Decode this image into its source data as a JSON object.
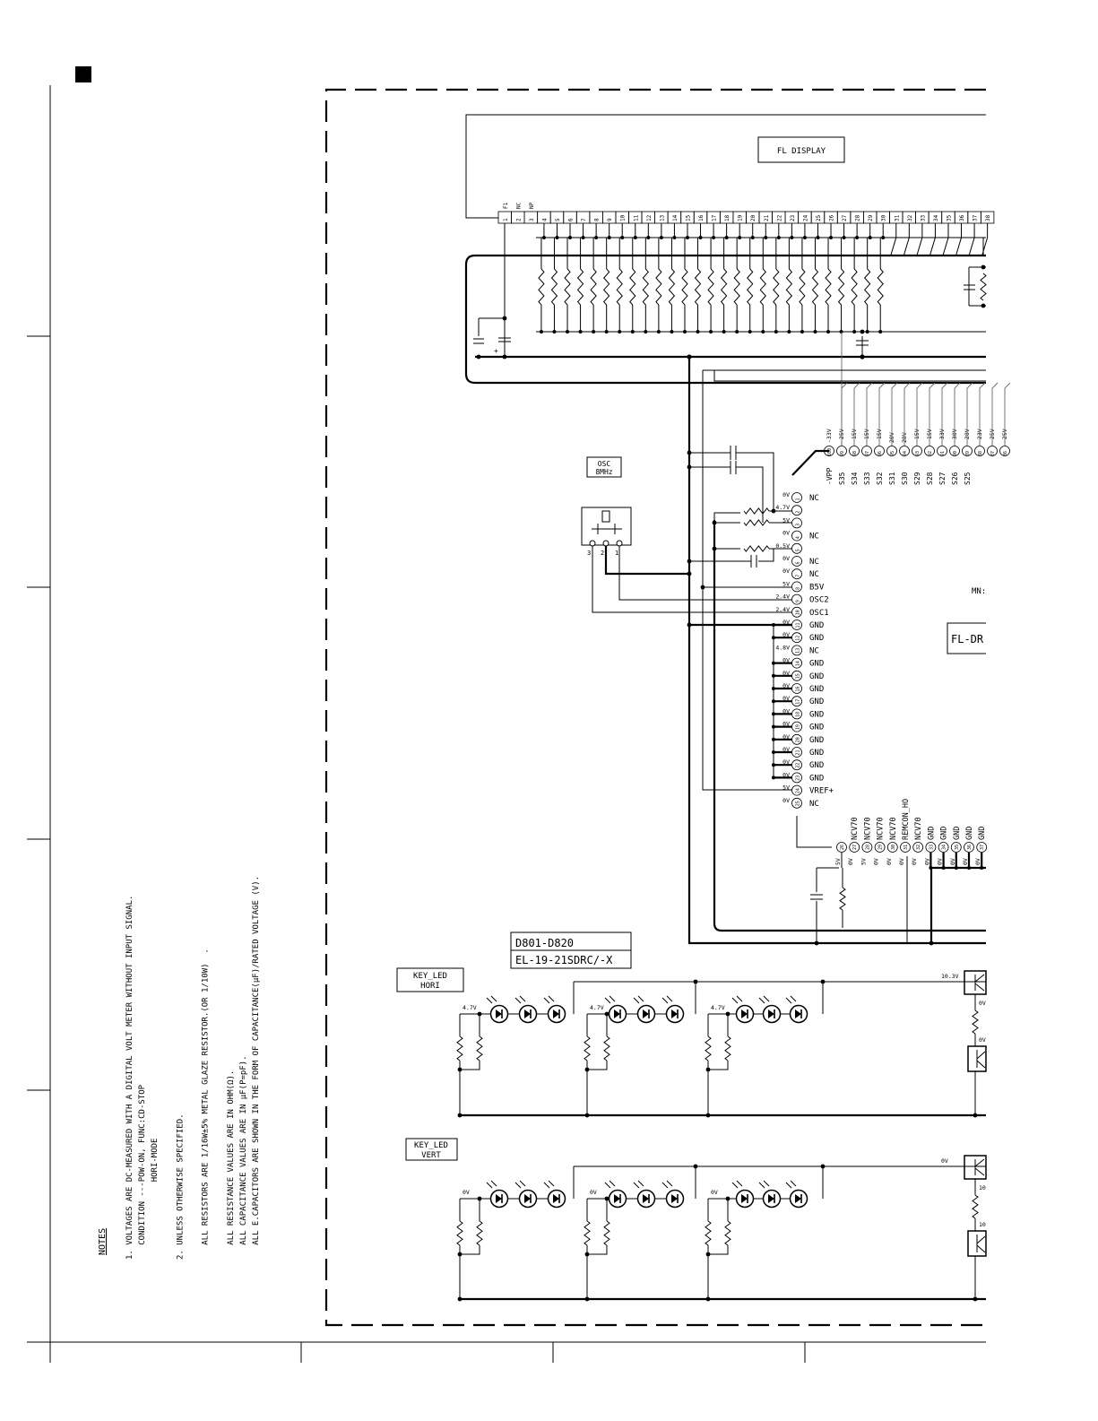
{
  "page": {
    "bg": "#ffffff",
    "ink": "#000000"
  },
  "boxes": {
    "fl_display": "FL DISPLAY",
    "osc": [
      "OSC",
      "8MHz"
    ],
    "diode_part": [
      "D801-D820",
      "EL-19-21SDRC/-X"
    ],
    "key_led_hori": [
      "KEY_LED",
      "HORI"
    ],
    "key_led_vert": [
      "KEY_LED",
      "VERT"
    ],
    "ic_label": "FL-DR",
    "ic_model": "MN:"
  },
  "fl_header": {
    "top_labels": [
      "F1",
      "NC",
      "NP"
    ],
    "pins": [
      "1",
      "2",
      "3",
      "4",
      "5",
      "6",
      "7",
      "8",
      "9",
      "10",
      "11",
      "12",
      "13",
      "14",
      "15",
      "16",
      "17",
      "18",
      "19",
      "20",
      "21",
      "22",
      "23",
      "24",
      "25",
      "26",
      "27",
      "28",
      "29",
      "30",
      "31",
      "32",
      "33",
      "34",
      "35",
      "36",
      "37",
      "38"
    ]
  },
  "ic_top": {
    "volts": [
      "-33V",
      "-25V",
      "-15V",
      "-15V",
      "-15V",
      "20V",
      "28V",
      "-15V",
      "-15V",
      "-33V",
      "-30V",
      "-28V",
      "-23V",
      "-25V",
      "-25V"
    ],
    "pins": [
      "100",
      "99",
      "98",
      "97",
      "96",
      "95",
      "94",
      "93",
      "92",
      "91",
      "90",
      "89",
      "88",
      "87",
      "86"
    ],
    "names": [
      "-VPP",
      "S35",
      "S34",
      "S33",
      "S32",
      "S31",
      "S30",
      "S29",
      "S28",
      "S27",
      "S26",
      "S25"
    ]
  },
  "ic_left": [
    {
      "v": "0V",
      "pin": "1",
      "name": "NC"
    },
    {
      "v": "4.7V",
      "pin": "2",
      "name": ""
    },
    {
      "v": "5V",
      "pin": "3",
      "name": ""
    },
    {
      "v": "0V",
      "pin": "4",
      "name": "NC"
    },
    {
      "v": "0.5V",
      "pin": "5",
      "name": ""
    },
    {
      "v": "0V",
      "pin": "6",
      "name": "NC"
    },
    {
      "v": "0V",
      "pin": "7",
      "name": "NC"
    },
    {
      "v": "5V",
      "pin": "8",
      "name": "B5V"
    },
    {
      "v": "2.4V",
      "pin": "9",
      "name": "OSC2"
    },
    {
      "v": "2.4V",
      "pin": "10",
      "name": "OSC1"
    },
    {
      "v": "0V",
      "pin": "11",
      "name": "GND"
    },
    {
      "v": "0V",
      "pin": "12",
      "name": "GND"
    },
    {
      "v": "4.8V",
      "pin": "13",
      "name": "NC"
    },
    {
      "v": "0V",
      "pin": "14",
      "name": "GND"
    },
    {
      "v": "0V",
      "pin": "15",
      "name": "GND"
    },
    {
      "v": "0V",
      "pin": "16",
      "name": "GND"
    },
    {
      "v": "0V",
      "pin": "17",
      "name": "GND"
    },
    {
      "v": "0V",
      "pin": "18",
      "name": "GND"
    },
    {
      "v": "0V",
      "pin": "19",
      "name": "GND"
    },
    {
      "v": "0V",
      "pin": "20",
      "name": "GND"
    },
    {
      "v": "0V",
      "pin": "21",
      "name": "GND"
    },
    {
      "v": "0V",
      "pin": "22",
      "name": "GND"
    },
    {
      "v": "0V",
      "pin": "23",
      "name": "GND"
    },
    {
      "v": "5V",
      "pin": "24",
      "name": "VREF+"
    },
    {
      "v": "0V",
      "pin": "25",
      "name": "NC"
    }
  ],
  "ic_bottom": [
    {
      "v": "5V",
      "pin": "26",
      "name": ""
    },
    {
      "v": "0V",
      "pin": "27",
      "name": "NCV70"
    },
    {
      "v": "5V",
      "pin": "28",
      "name": "NCV70"
    },
    {
      "v": "0V",
      "pin": "29",
      "name": "NCV70"
    },
    {
      "v": "0V",
      "pin": "30",
      "name": "NCV70"
    },
    {
      "v": "0V",
      "pin": "31",
      "name": "REMCON_HO"
    },
    {
      "v": "0V",
      "pin": "32",
      "name": "NCV70"
    },
    {
      "v": "0V",
      "pin": "33",
      "name": "GND"
    },
    {
      "v": "0V",
      "pin": "34",
      "name": "GND"
    },
    {
      "v": "0V",
      "pin": "35",
      "name": "GND"
    },
    {
      "v": "0V",
      "pin": "36",
      "name": "GND"
    },
    {
      "v": "0V",
      "pin": "37",
      "name": "GND"
    }
  ],
  "osc_pins": [
    "3",
    "2",
    "1"
  ],
  "led_rows": {
    "hori_volts": [
      "4.7V",
      "4.7V",
      "4.7V"
    ],
    "vert_volts": [
      "0V",
      "0V",
      "0V"
    ],
    "right_hori": [
      "10.3V",
      "0V",
      "0V"
    ],
    "right_vert": [
      "0V",
      "10",
      "10"
    ]
  },
  "notes": {
    "title": "NOTES",
    "lines": [
      "1. VOLTAGES ARE DC-MEASURED WITH A DIGITAL VOLT METER WITHOUT INPUT SIGNAL.",
      "   CONDITION ---POW-ON, FUNC:CD-STOP",
      "                HORI-MODE",
      "",
      "2. UNLESS OTHERWISE SPECIFIED.",
      "",
      "   ALL RESISTORS ARE 1/16W±5% METAL GLAZE RESISTOR.(OR 1/10W)  .",
      "",
      "   ALL RESISTANCE VALUES ARE IN OHM(Ω).",
      "   ALL CAPACITANCE VALUES ARE IN μF(P=pF).",
      "   ALL E.CAPACITORS ARE SHOWN IN THE FORM OF CAPACITANCE(μF)/RATED VOLTAGE (V)."
    ]
  }
}
